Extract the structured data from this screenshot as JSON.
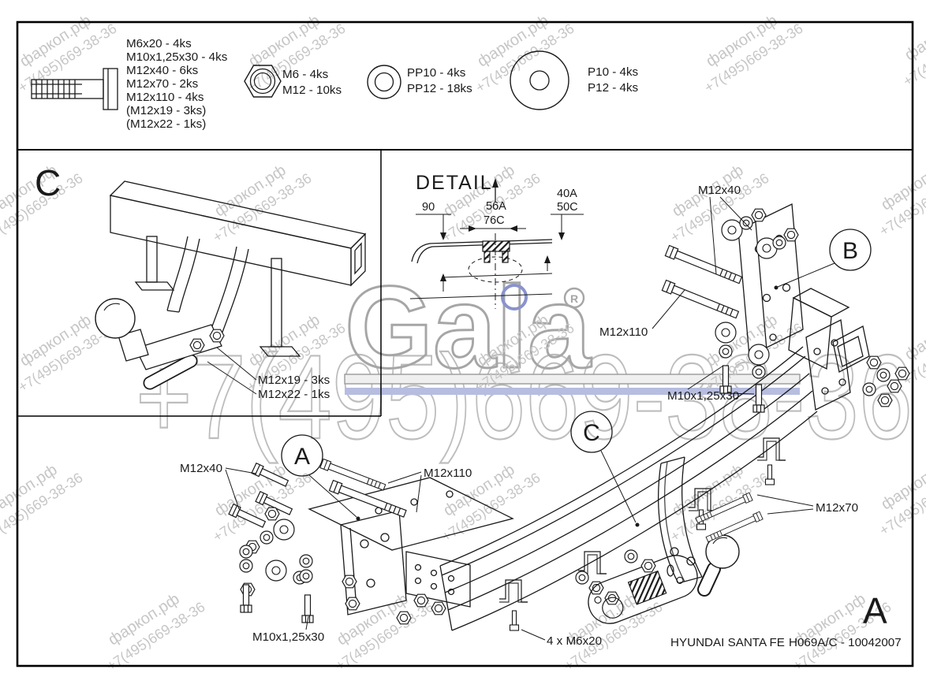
{
  "watermark": {
    "site": "фаркоп.рф",
    "phone": "+7(495)669-38-36",
    "logo": "Gala",
    "registered": "R"
  },
  "parts_list": {
    "bolts": {
      "items": [
        "M6x20 - 4ks",
        "M10x1,25x30 - 4ks",
        "M12x40 - 6ks",
        "M12x70 - 2ks",
        "M12x110 - 4ks",
        "(M12x19 - 3ks)",
        "(M12x22 - 1ks)"
      ]
    },
    "nuts": {
      "items": [
        "M6 - 4ks",
        "M12 - 10ks"
      ]
    },
    "spring_washers": {
      "items": [
        "PP10 - 4ks",
        "PP12 - 18ks"
      ]
    },
    "flat_washers": {
      "items": [
        "P10 - 4ks",
        "P12 - 4ks"
      ]
    }
  },
  "detail_c": {
    "section_letter": "C",
    "pin_label_1": "M12x19 - 3ks",
    "pin_label_2": "M12x22 - 1ks"
  },
  "detail_view": {
    "title": "DETAIL",
    "dim_90": "90",
    "dim_56a": "56A",
    "dim_76c": "76C",
    "dim_40a": "40A",
    "dim_50c": "50C"
  },
  "assembly": {
    "callouts": {
      "m12x40_right": "M12x40",
      "m12x110_right": "M12x110",
      "m10_right": "M10x1,25x30",
      "m12x40_left": "M12x40",
      "m12x110_left": "M12x110",
      "m12x70": "M12x70",
      "m10_bottom": "M10x1,25x30",
      "m6_bottom": "4 x M6x20"
    },
    "section_circles": {
      "a": "A",
      "b": "B",
      "c": "C"
    },
    "view_letter_a": "A"
  },
  "footer": {
    "vehicle": "HYUNDAI SANTA FE",
    "part_number": "H069A/C - 10042007"
  }
}
